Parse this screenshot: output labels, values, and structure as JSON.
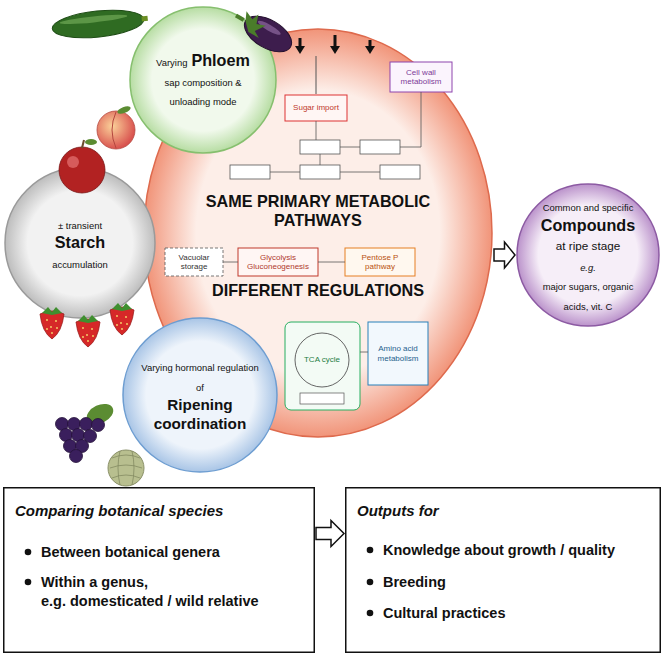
{
  "diagram": {
    "nodes": [
      {
        "text": [
          "Varying",
          "Phloem",
          "sap composition & unloading mode"
        ]
      },
      {
        "text": [
          "± transient",
          "Starch",
          "accumulation"
        ]
      },
      {
        "text": [
          "SAME PRIMARY METABOLIC PATHWAYS",
          "DIFFERENT REGULATIONS"
        ]
      },
      {
        "text": [
          "Varying hormonal regulation of",
          "Ripening coordination"
        ]
      },
      {
        "text": [
          "Common and specific",
          "Compounds",
          "at ripe stage",
          "e.g.",
          "major sugars, organic acids, vit. C"
        ]
      },
      {
        "text": [
          "Comparing botanical species",
          "Between botanical genera",
          "Within a genus,",
          "e.g. domesticated / wild relative"
        ]
      },
      {
        "text": [
          "Outputs for",
          "Knowledge about growth / quality",
          "Breeding",
          "Cultural practices"
        ]
      }
    ],
    "edges": [
      {
        "from": 2,
        "to": 4,
        "arrow": "to"
      },
      {
        "from": 5,
        "to": 6,
        "arrow": "to"
      }
    ],
    "labels": [
      "Sugar import",
      "Cell wall metabolism",
      "Vacuolar storage",
      "Glycolysis Gluconeogenesis",
      "Pentose P pathway",
      "TCA cycle",
      "Amino acid metabolism"
    ]
  }
}
